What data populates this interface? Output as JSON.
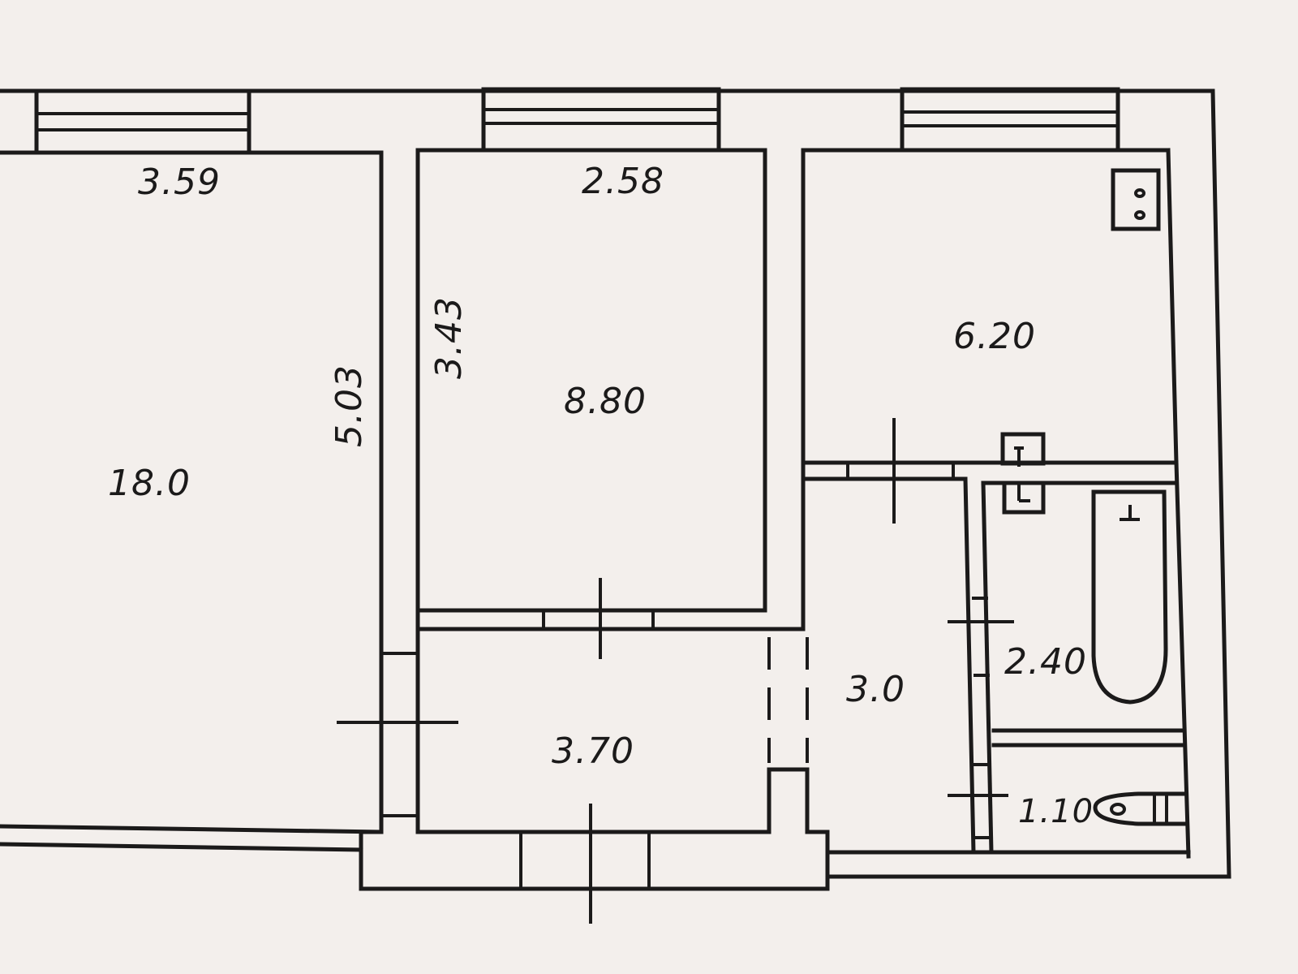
{
  "plan": {
    "background_color": "#f3efec",
    "line_color": "#1b1a1a",
    "rooms": [
      {
        "id": "living-room",
        "area": "18.0",
        "width_dim": "3.59",
        "length_dim": "5.03"
      },
      {
        "id": "bedroom",
        "area": "8.80",
        "width_dim": "2.58",
        "length_dim": "3.43"
      },
      {
        "id": "kitchen",
        "area": "6.20"
      },
      {
        "id": "hallway",
        "area": "3.70"
      },
      {
        "id": "corridor",
        "area": "3.0"
      },
      {
        "id": "bathroom",
        "area": "2.40"
      },
      {
        "id": "toilet",
        "area": "1.10"
      }
    ],
    "fixtures": [
      "stove-icon",
      "bathtub-icon",
      "toilet-icon",
      "ventilation-shaft-icon"
    ]
  }
}
